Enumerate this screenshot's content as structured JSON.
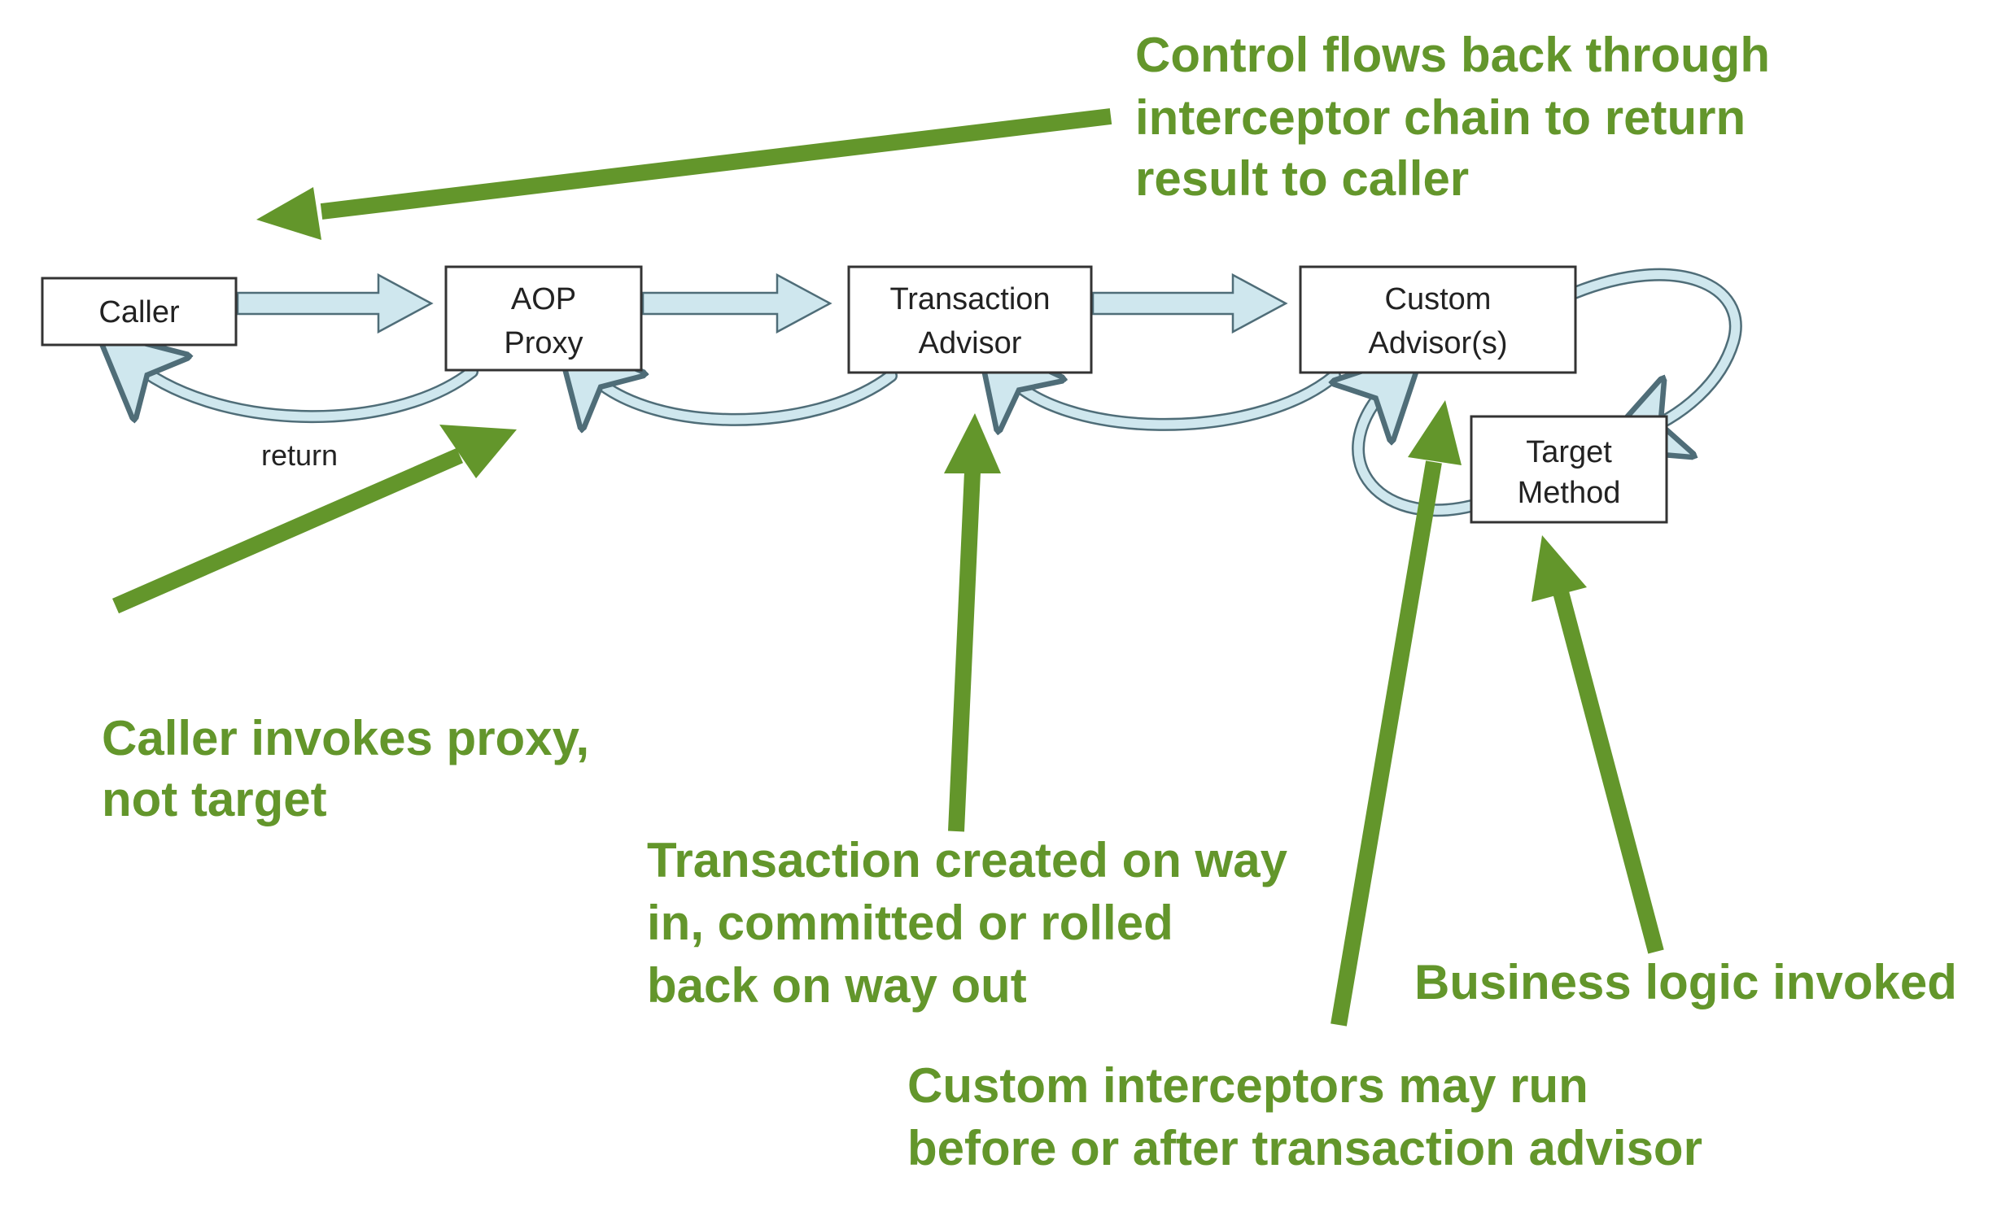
{
  "colors": {
    "annotation_green": "#63962b",
    "block_arrow_fill": "#cfe7ee",
    "block_arrow_stroke": "#4f6d78",
    "box_stroke": "#333333",
    "box_fill": "#ffffff"
  },
  "nodes": {
    "caller": {
      "line1": "Caller"
    },
    "aop_proxy": {
      "line1": "AOP",
      "line2": "Proxy"
    },
    "transaction_advisor": {
      "line1": "Transaction",
      "line2": "Advisor"
    },
    "custom_advisor": {
      "line1": "Custom",
      "line2": "Advisor(s)"
    },
    "target_method": {
      "line1": "Target",
      "line2": "Method"
    }
  },
  "return_label": "return",
  "annotations": {
    "control_flow": {
      "line1": "Control flows back through",
      "line2": "interceptor chain to return",
      "line3": "result to caller"
    },
    "caller_invokes": {
      "line1": "Caller invokes proxy,",
      "line2": "not target"
    },
    "transaction_created": {
      "line1": "Transaction created on way",
      "line2": "in, committed or rolled",
      "line3": "back on way out"
    },
    "business_logic": {
      "line1": "Business logic invoked"
    },
    "custom_interceptors": {
      "line1": "Custom interceptors may run",
      "line2": "before or after transaction advisor"
    }
  }
}
